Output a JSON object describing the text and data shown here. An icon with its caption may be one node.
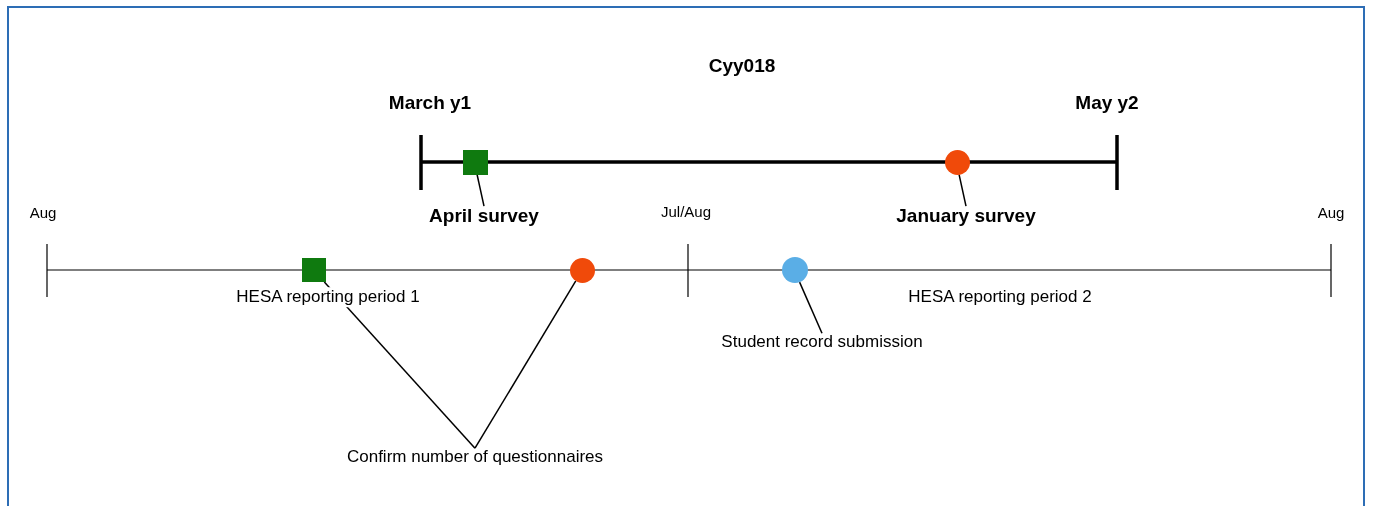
{
  "diagram": {
    "title": "Cyy018",
    "nodes": [
      {
        "text": [
          "April survey"
        ]
      },
      {
        "text": [],
        "shape": "box"
      },
      {
        "text": [
          "January survey"
        ]
      },
      {
        "text": [],
        "shape": "circle"
      },
      {
        "text": [],
        "shape": "box"
      },
      {
        "text": [],
        "shape": "circle"
      },
      {
        "text": [
          "Confirm number of questionnaires"
        ]
      },
      {
        "text": [],
        "shape": "circle"
      },
      {
        "text": [
          "Student record submission"
        ]
      }
    ],
    "edges": [
      {
        "from": 0,
        "to": 1,
        "arrow": "none"
      },
      {
        "from": 2,
        "to": 3,
        "arrow": "none"
      },
      {
        "from": 6,
        "to": 4,
        "arrow": "none"
      },
      {
        "from": 6,
        "to": 5,
        "arrow": "none"
      },
      {
        "from": 8,
        "to": 7,
        "arrow": "none"
      }
    ],
    "labels": [
      "March y1",
      "May y2",
      "Aug",
      "Jul/Aug",
      "Aug",
      "HESA reporting period 1",
      "HESA reporting period 2"
    ]
  }
}
